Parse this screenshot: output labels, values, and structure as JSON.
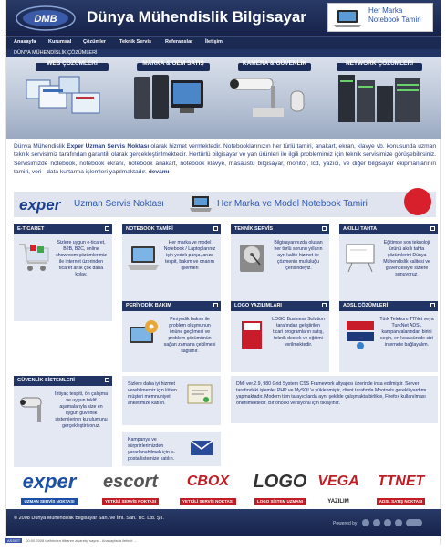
{
  "header": {
    "logo_text": "DMB",
    "title": "Dünya Mühendislik Bilgisayar",
    "banner_text": "Her Marka Notebook Tamiri"
  },
  "nav": [
    "Anasayfa",
    "Kurumsal",
    "Çözümler",
    "Teknik Servis",
    "Referanslar",
    "İletişim"
  ],
  "hero": {
    "bar_title": "DÜNYA MÜHENDİSLİK ÇÖZÜMLERİ",
    "categories": [
      "WEB ÇÖZÜMLERİ",
      "MARKA & OEM SATIŞ",
      "KAMERA & GÜVENLİK",
      "NETWORK ÇÖZÜMLERİ"
    ]
  },
  "intro": {
    "p1_start": "Dünya Mühendislik ",
    "p1_bold": "Exper Uzman Servis Noktası",
    "p1_rest": " olarak hizmet vermektedir. Notebooklarınızın her türlü tamiri, anakart, ekran, klavye vb. konusunda uzman teknik servisimiz tarafından garantili olarak gerçekleştirilmektedir. Hertürlü bilgisayar ve yan ürünleri ile ilgili problemimiz için teknik servisimize görüşebilirsiniz. Servisimizde notebook, notebook ekranı, notebook anakart, notebook klavye, masaüstü bilgisayar, monitör, lcd, yazıcı, ve diğer bilgisayar ekipmanlarının tamiri, veri - data kurtarma işlemleri yapılmaktadır.",
    "p1_end": "devamı"
  },
  "strip": {
    "brand": "exper",
    "text1": "Uzman Servis Noktası",
    "text2": "Her Marka ve Model Notebook Tamiri"
  },
  "boxes": [
    {
      "title": "E-TİCARET",
      "text": "Sizlere uygun e-ticaret, B2B, B2C, online showroom çözümlerimiz ile internet üzerinden ticaret artık çok daha kolay.",
      "icon": "cart-icon"
    },
    {
      "title": "NOTEBOOK TAMİRİ",
      "text": "Her marka ve model Notebook / Laptoplarınız için yedek parça, arıza tespit, bakım ve onarım işlemleri",
      "icon": "laptop-icon"
    },
    {
      "title": "TEKNİK SERVİS",
      "text": "Bilgisayarınızda oluşan her türlü sorunu yılların ayrı kalite hizmet ile çözmenin mutluluğu içerisindeyiz.",
      "icon": "hard-drive-icon"
    },
    {
      "title": "AKILLI TAHTA",
      "text": "Eğitimde son teknoloji ürünü akıllı tahta çözümlerini Dünya Mühendislik kalitesi ve güvencesiyle sizlere sunuyoruz.",
      "icon": "whiteboard-icon"
    },
    {
      "title": "PERİYODİK BAKIM",
      "text": "Periyodik bakım ile problem oluşmunun önüne geçilmesi ve problem çözümünün sağan zamana çekilmesi sağlanır.",
      "icon": "gear-icon"
    },
    {
      "title": "LOGO YAZILIMLARI",
      "text": "LOGO Business Solution tarafından geliştirilen ticari programların satış, teknik destek ve eğitimi verilmektedir.",
      "icon": "logo-box-icon"
    },
    {
      "title": "ADSL ÇÖZÜMLERİ",
      "text": "Türk Telekom TTNet veya TurkNet ADSL kampanyalarından birini seçin, en kısa sürede sizi internete bağlayalım.",
      "icon": "adsl-icon"
    },
    {
      "title": "GÜVENLİK SİSTEMLERİ",
      "text": "İhtiyaç tespiti, ön çalışma ve uygun teklif aşamalarıyla size en uygun güvenlik sistemlerinin kurulumunu gerçekleştiriyoruz.",
      "icon": "camera-icon"
    }
  ],
  "mid": {
    "certificate_text": "Sizlere daha iyi hizmet verebilmemiz için lütfen müşteri memnuniyet anketimize katılın.",
    "campaign_text": "Kampanya ve sürprizlerimizden yararlanabilmek için e-posta listemize katılın.",
    "dmi_text": "DMİ ver.2.9, 980 Grid System CSS Framework altyapısı üzerinde inşa edilmiştir. Server tarafındaki işlemler PHP ve MySQL'e yüklenmiştir, client tarafında Mootools gerekli yardımı yapmaktadır. Modern tüm tarayıcılarda aynı şekilde çalışmakta birlikte, Firefox kullanılması önerilmektedir. Bir önceki versiyonu için tıklayınız."
  },
  "brands": [
    {
      "name": "exper",
      "sub": "UZMAN SERVİS NOKTASI",
      "color": "#1b4fa5",
      "sub_bg": "#1b4fa5"
    },
    {
      "name": "escort",
      "sub": "YETKİLİ SERVİS NOKTASI",
      "color": "#555555",
      "sub_bg": "#c21c24"
    },
    {
      "name": "CBOX",
      "sub": "YETKİLİ SERVİS NOKTASI",
      "color": "#c21c24",
      "sub_bg": "#c21c24"
    },
    {
      "name": "LOGO",
      "sub": "LOGO SİSTEM UZMANI",
      "color": "#333333",
      "sub_bg": "#c21c24"
    },
    {
      "name": "VEGA",
      "sub": "YAZILIM",
      "color": "#c21c24",
      "sub_bg": "#ffffff"
    },
    {
      "name": "TTNET",
      "sub": "ADSL SATIŞ NOKTASI",
      "color": "#c21c24",
      "sub_bg": "#c21c24"
    }
  ],
  "footer": {
    "copyright": "© 2008 Dünya Mühendislik Bilgisayar San. ve İml. San. Tic. Ltd. Şti.",
    "powered": "Powered by"
  },
  "bottom": {
    "tag": "ASSIST",
    "text": "00:00 2008 tarihinden itibaren ziyaretçi sayısı - Anasayfada iletin it ..."
  }
}
